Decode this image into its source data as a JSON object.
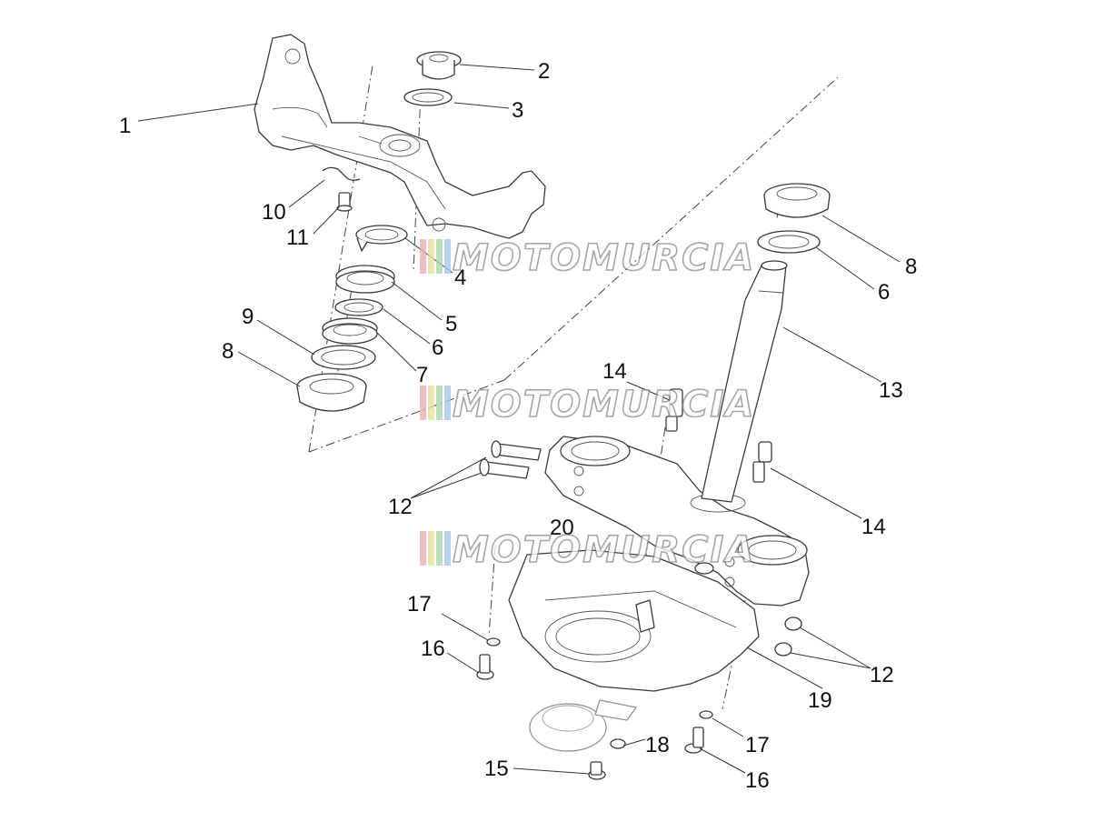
{
  "callouts": [
    {
      "id": "c1",
      "text": "1"
    },
    {
      "id": "c2",
      "text": "2"
    },
    {
      "id": "c3",
      "text": "3"
    },
    {
      "id": "c4",
      "text": "4"
    },
    {
      "id": "c5",
      "text": "5"
    },
    {
      "id": "c6a",
      "text": "6"
    },
    {
      "id": "c6b",
      "text": "6"
    },
    {
      "id": "c7",
      "text": "7"
    },
    {
      "id": "c8a",
      "text": "8"
    },
    {
      "id": "c8b",
      "text": "8"
    },
    {
      "id": "c9",
      "text": "9"
    },
    {
      "id": "c10",
      "text": "10"
    },
    {
      "id": "c11",
      "text": "11"
    },
    {
      "id": "c12a",
      "text": "12"
    },
    {
      "id": "c12b",
      "text": "12"
    },
    {
      "id": "c13",
      "text": "13"
    },
    {
      "id": "c14a",
      "text": "14"
    },
    {
      "id": "c14b",
      "text": "14"
    },
    {
      "id": "c15",
      "text": "15"
    },
    {
      "id": "c16a",
      "text": "16"
    },
    {
      "id": "c16b",
      "text": "16"
    },
    {
      "id": "c17a",
      "text": "17"
    },
    {
      "id": "c17b",
      "text": "17"
    },
    {
      "id": "c18",
      "text": "18"
    },
    {
      "id": "c19",
      "text": "19"
    },
    {
      "id": "c20",
      "text": "20"
    }
  ],
  "watermark": {
    "text": "MOTOMURCIA",
    "stripe_colors": [
      "#e8b0b0",
      "#e8e0a0",
      "#a8d8a8",
      "#a8c8e8"
    ]
  }
}
